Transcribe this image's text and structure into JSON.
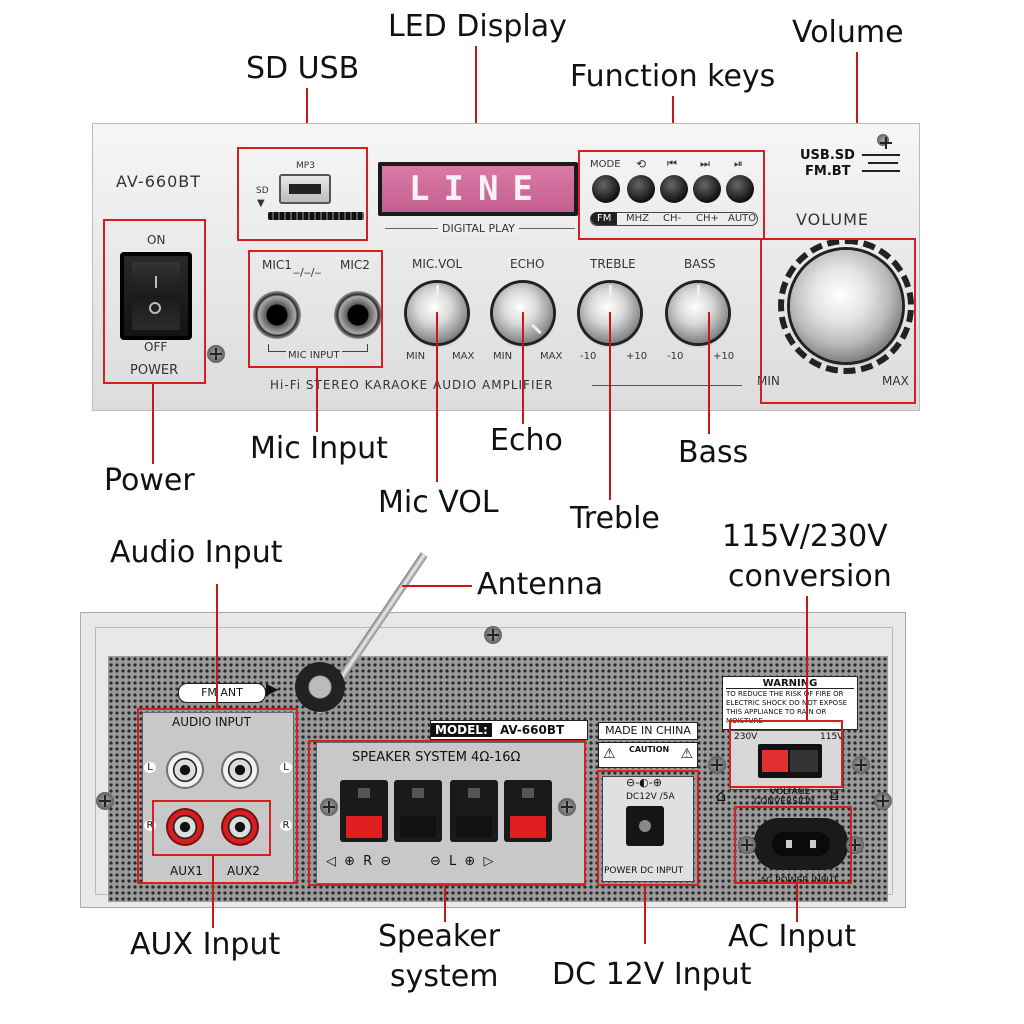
{
  "callouts": {
    "led_display": "LED Display",
    "sd_usb": "SD USB",
    "function_keys": "Function keys",
    "volume": "Volume",
    "power": "Power",
    "mic_input": "Mic Input",
    "mic_vol": "Mic VOL",
    "echo": "Echo",
    "treble": "Treble",
    "bass": "Bass",
    "audio_input": "Audio Input",
    "antenna": "Antenna",
    "voltage_conversion_line1": "115V/230V",
    "voltage_conversion_line2": "conversion",
    "aux_input": "AUX Input",
    "speaker_system_line1": "Speaker",
    "speaker_system_line2": "system",
    "dc_input": "DC 12V Input",
    "ac_input": "AC Input"
  },
  "front_panel": {
    "model": "AV-660BT",
    "mp3": "MP3",
    "sd": "SD",
    "display_text": "LINE",
    "digital_play": "DIGITAL PLAY",
    "function_top": [
      "MODE",
      "⟲",
      "⏮",
      "⏭",
      "⏯"
    ],
    "function_bottom": [
      "FM",
      "MHZ",
      "CH-",
      "CH+",
      "AUTO"
    ],
    "logo_line1": "USB.SD",
    "logo_line2": "FM.BT",
    "volume_label": "VOLUME",
    "volume_min": "MIN",
    "volume_max": "MAX",
    "power_on": "ON",
    "power_off": "OFF",
    "power_label": "POWER",
    "mic1": "MIC1",
    "mic2": "MIC2",
    "mic_input": "MIC INPUT",
    "knobs": [
      {
        "label": "MIC.VOL",
        "min": "MIN",
        "max": "MAX"
      },
      {
        "label": "ECHO",
        "min": "MIN",
        "max": "MAX"
      },
      {
        "label": "TREBLE",
        "min": "-10",
        "max": "+10"
      },
      {
        "label": "BASS",
        "min": "-10",
        "max": "+10"
      }
    ],
    "bottom_text": "Hi-Fi STEREO KARAOKE AUDIO AMPLIFIER"
  },
  "back_panel": {
    "fm_ant": "FM ANT",
    "audio_input": "AUDIO INPUT",
    "model_label": "MODEL:",
    "model_value": "AV-660BT",
    "made_in": "MADE IN CHINA",
    "speaker_system": "SPEAKER SYSTEM 4Ω-16Ω",
    "aux1": "AUX1",
    "aux2": "AUX2",
    "l": "L",
    "r": "R",
    "warning_title": "WARNING",
    "warning_text": "TO REDUCE THE RISK OF FIRE OR ELECTRIC SHOCK DO NOT EXPOSE THIS APPLIANCE TO RAIN OR MOISTURE",
    "v230": "230V",
    "v115": "115V",
    "voltage_conversion_line1": "VOLTAGE",
    "voltage_conversion_line2": "CONVERSION",
    "dc_rating": "DC12V /5A",
    "power_dc_input": "POWER DC INPUT",
    "ac_power_input": "AC POWER INPUT",
    "caution": "CAUTION"
  }
}
